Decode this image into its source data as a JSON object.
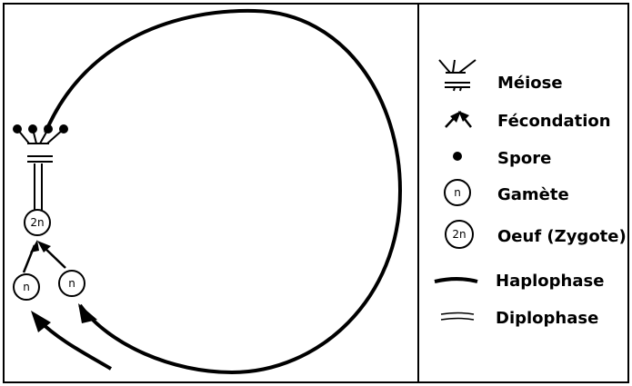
{
  "diagram": {
    "cycle": {
      "zygote_label": "2n",
      "gamete_left_label": "n",
      "gamete_right_label": "n"
    },
    "legend": {
      "items": [
        {
          "key": "meiosis",
          "label": "Méiose",
          "icon": "meiosis-symbol"
        },
        {
          "key": "fertilization",
          "label": "Fécondation",
          "icon": "fertilization-arrows"
        },
        {
          "key": "spore",
          "label": "Spore",
          "icon": "filled-dot"
        },
        {
          "key": "gamete",
          "label": "Gamète",
          "icon": "circle-n",
          "symbol": "n"
        },
        {
          "key": "zygote",
          "label": "Oeuf (Zygote)",
          "icon": "circle-2n",
          "symbol": "2n"
        },
        {
          "key": "haplophase",
          "label": "Haplophase",
          "icon": "thick-line"
        },
        {
          "key": "diplophase",
          "label": "Diplophase",
          "icon": "double-line"
        }
      ]
    }
  }
}
